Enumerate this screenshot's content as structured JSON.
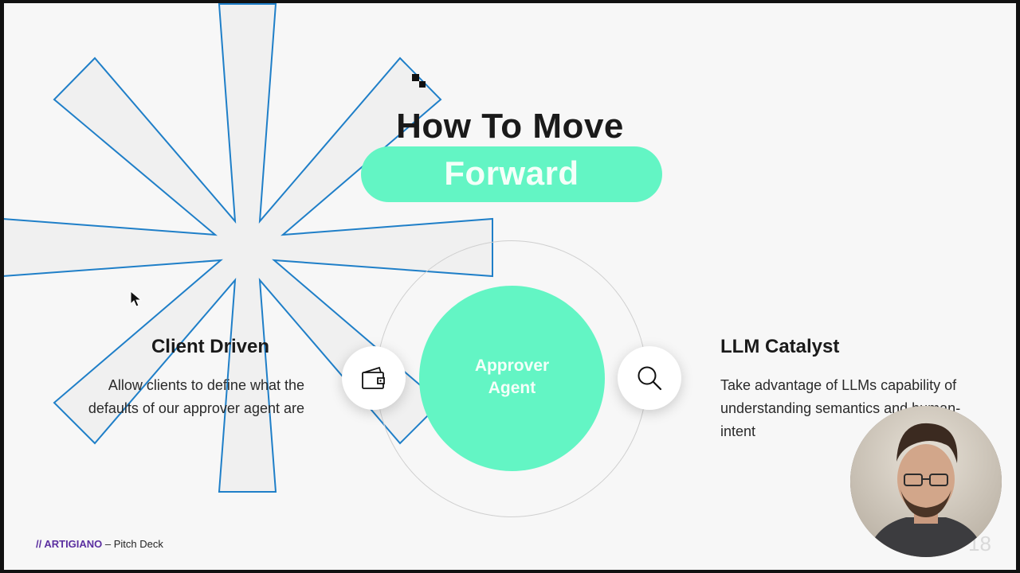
{
  "slide": {
    "title_line1": "How To Move",
    "title_line2": "Forward",
    "agent_label_line1": "Approver",
    "agent_label_line2": "Agent",
    "left": {
      "heading": "Client Driven",
      "body": "Allow clients to define what the defaults of our approver agent are",
      "icon": "wallet-icon"
    },
    "right": {
      "heading": "LLM Catalyst",
      "body": "Take advantage of LLMs capability of understanding semantics and human-intent",
      "icon": "search-icon"
    },
    "footer_brand": "// ARTIGIANO",
    "footer_suffix": " – Pitch Deck",
    "page_number": "18"
  },
  "colors": {
    "accent": "#63f5c4",
    "brand": "#5b2fa0",
    "selection_outline": "#1f7fc8",
    "background": "#f7f7f7"
  }
}
